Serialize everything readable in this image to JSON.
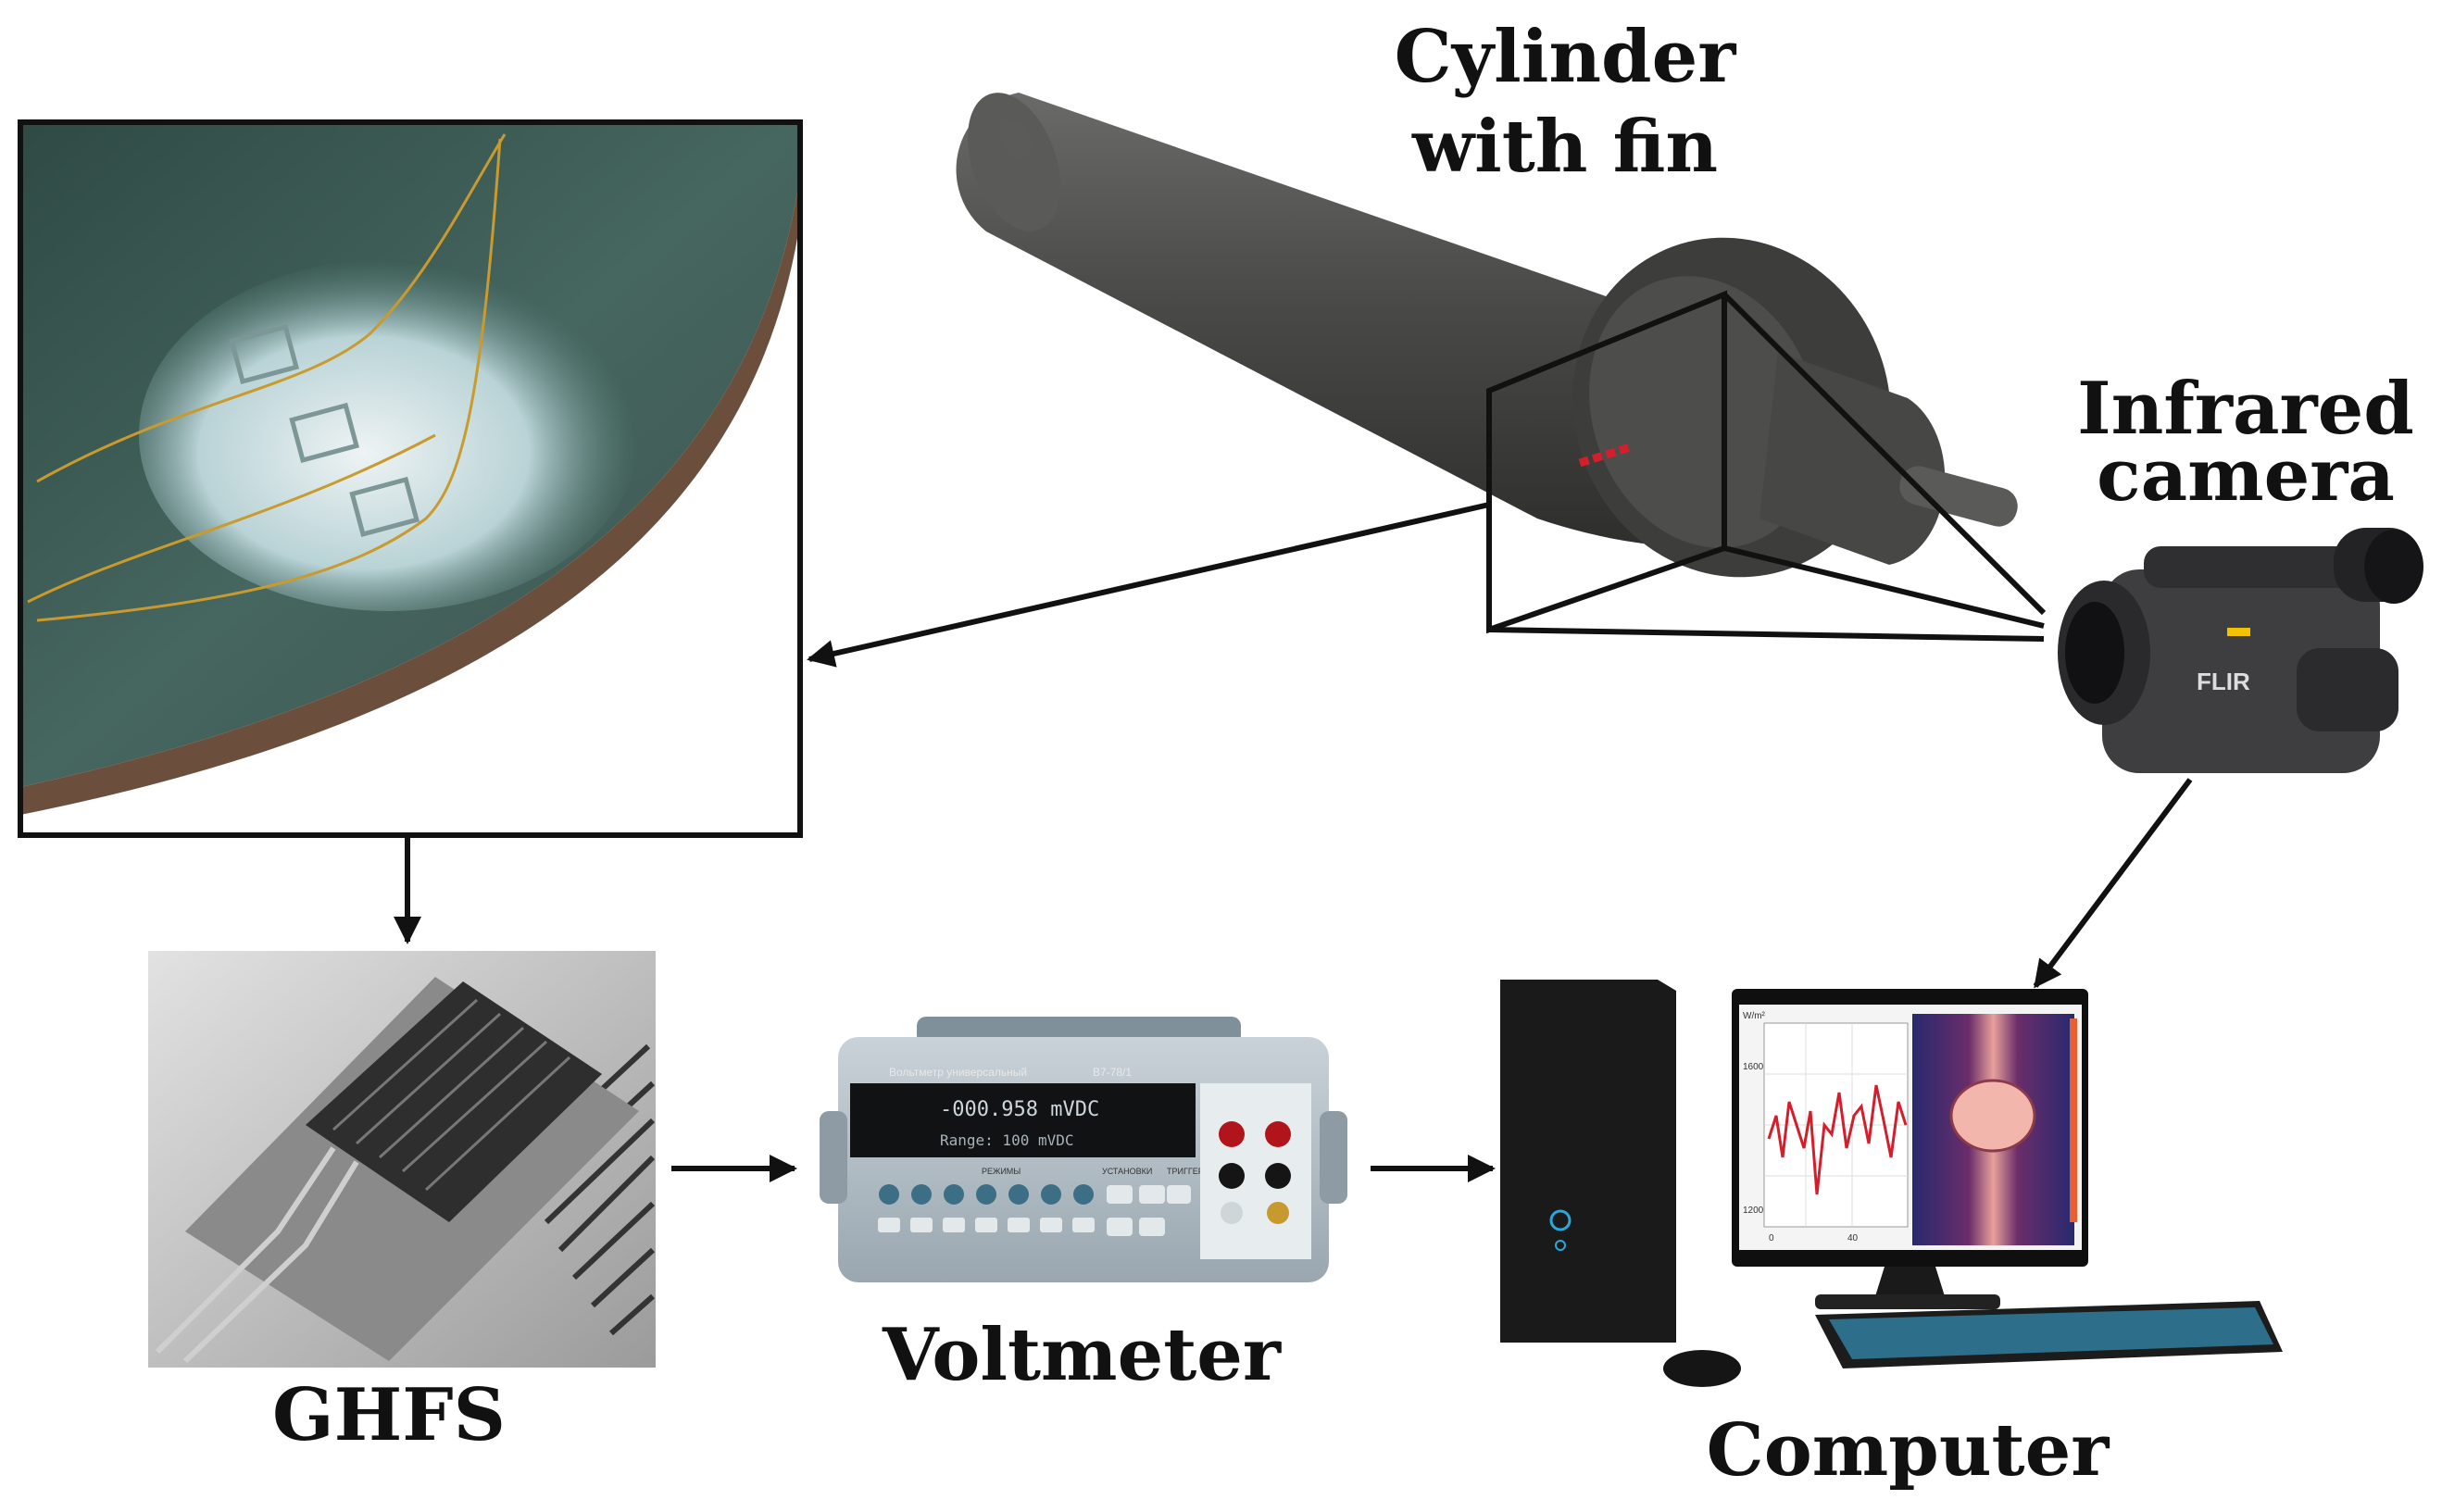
{
  "labels": {
    "cylinder_line1": "Cylinder",
    "cylinder_line2": "with fin",
    "camera_line1": "Infrared",
    "camera_line2": "camera",
    "ghfs": "GHFS",
    "voltmeter": "Voltmeter",
    "computer": "Computer"
  },
  "voltmeter_panel": {
    "title": "Вольтметр универсальный",
    "model": "В7-78/1",
    "reading": "-000.958 mVDC",
    "range": "Range: 100 mVDC",
    "section_modes": "РЕЖИМЫ",
    "section_settings": "УСТАНОВКИ",
    "section_trigger": "ТРИГГЕР"
  },
  "monitor_plot": {
    "y_unit": "W/m²",
    "y_ticks": [
      "1600",
      "1200"
    ],
    "x_ticks": [
      "0",
      "40"
    ]
  },
  "camera_brand": "FLIR",
  "colors": {
    "cylinder": "#4a4a48",
    "frame": "#111111",
    "ir_spot": "#d21f2b",
    "plot_line": "#d21f2b",
    "thermal_bg": "#2b2f7a",
    "thermal_hot": "#e8a09a"
  }
}
